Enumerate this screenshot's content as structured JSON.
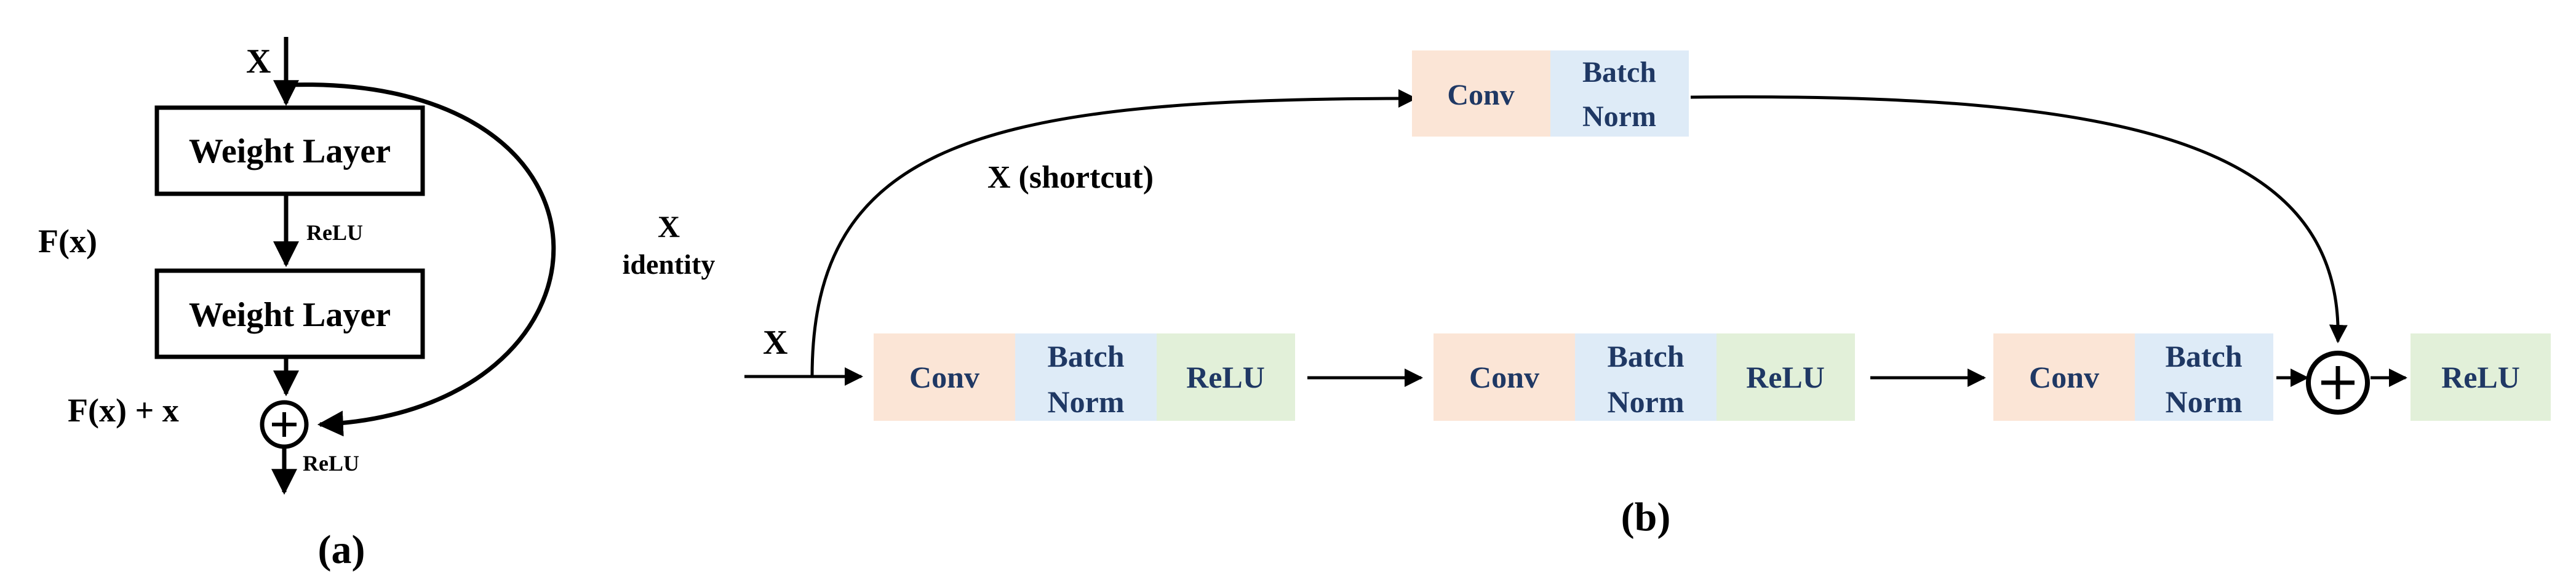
{
  "panel_a": {
    "input_label": "X",
    "weight_layer_1": "Weight Layer",
    "weight_layer_2": "Weight Layer",
    "relu_mid": "ReLU",
    "fx_label": "F(x)",
    "identity_label_1": "X",
    "identity_label_2": "identity",
    "sum_label": "F(x) + x",
    "relu_out": "ReLU",
    "caption": "(a)"
  },
  "panel_b": {
    "input_label": "X",
    "shortcut_label": "X (shortcut)",
    "shortcut_block": {
      "conv": "Conv",
      "bn_1": "Batch",
      "bn_2": "Norm"
    },
    "block_1": {
      "conv": "Conv",
      "bn_1": "Batch",
      "bn_2": "Norm",
      "relu": "ReLU"
    },
    "block_2": {
      "conv": "Conv",
      "bn_1": "Batch",
      "bn_2": "Norm",
      "relu": "ReLU"
    },
    "block_3": {
      "conv": "Conv",
      "bn_1": "Batch",
      "bn_2": "Norm"
    },
    "final_relu": "ReLU",
    "caption": "(b)"
  },
  "colors": {
    "conv": "#fbe5d6",
    "batch_norm": "#deebf7",
    "relu": "#e2f0d9",
    "block_text": "#1f3864",
    "line": "#000000"
  }
}
